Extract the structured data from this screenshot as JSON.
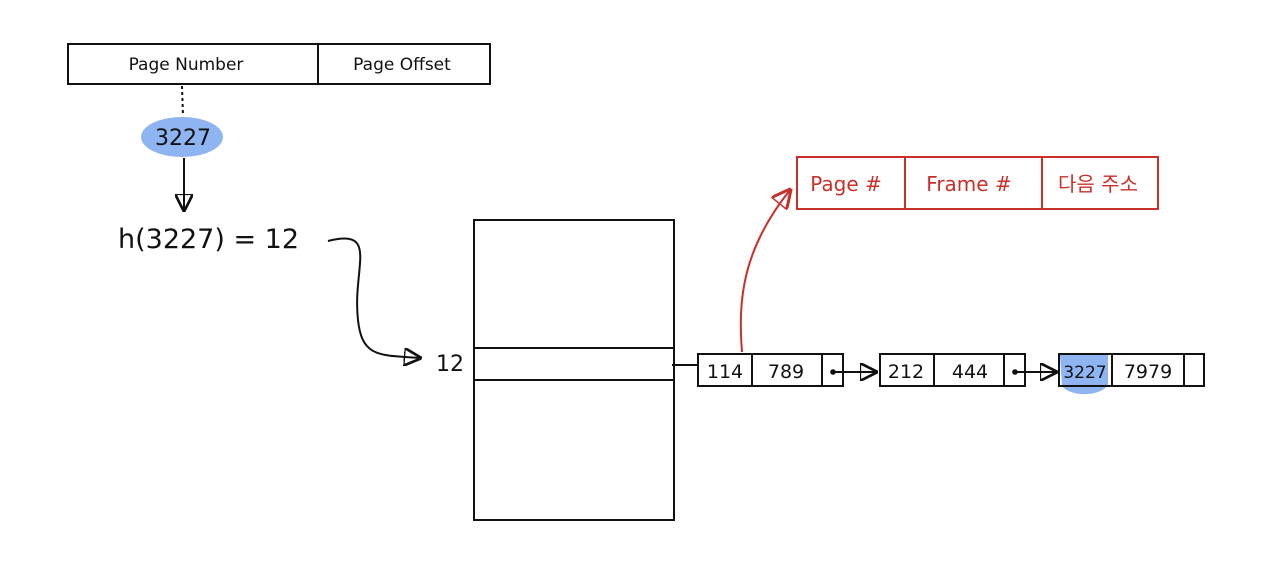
{
  "colors": {
    "ink": "#111111",
    "accent_red": "#c8302a",
    "highlight_blue": "#8fb4f2"
  },
  "virtual_address": {
    "page_number_label": "Page Number",
    "page_offset_label": "Page Offset"
  },
  "extracted_page_number": "3227",
  "hash_expression": "h(3227) = 12",
  "hash_index_label": "12",
  "entry_format": {
    "page_label": "Page #",
    "frame_label": "Frame #",
    "next_label": "다음 주소"
  },
  "chain": [
    {
      "page": "114",
      "frame": "789"
    },
    {
      "page": "212",
      "frame": "444"
    },
    {
      "page": "3227",
      "frame": "7979",
      "highlighted": true
    }
  ]
}
